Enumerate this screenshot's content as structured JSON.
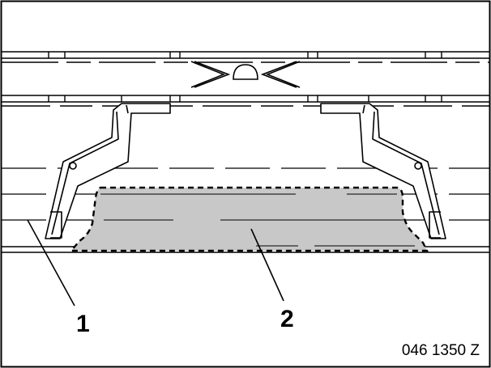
{
  "figure": {
    "callouts": [
      {
        "label": "1",
        "target": "bumper-trim"
      },
      {
        "label": "2",
        "target": "marked-area"
      }
    ],
    "reference_code": "046 1350 Z",
    "colors": {
      "line": "#000000",
      "highlight_fill": "#c8c8c8",
      "background": "#ffffff"
    }
  }
}
